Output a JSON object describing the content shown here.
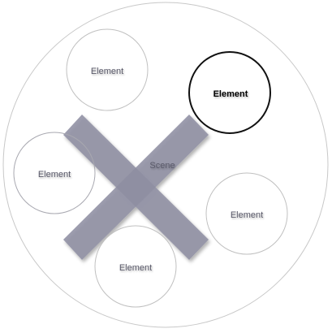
{
  "scene": {
    "label": "Scene"
  },
  "elements": [
    {
      "label": "Element",
      "selected": false
    },
    {
      "label": "Element",
      "selected": true
    },
    {
      "label": "Element",
      "selected": false
    },
    {
      "label": "Element",
      "selected": false
    },
    {
      "label": "Element",
      "selected": false
    }
  ],
  "colors": {
    "cross_fill": "#8f8fa3",
    "circle_stroke": "#c0c0c0",
    "selected_stroke": "#111111"
  }
}
